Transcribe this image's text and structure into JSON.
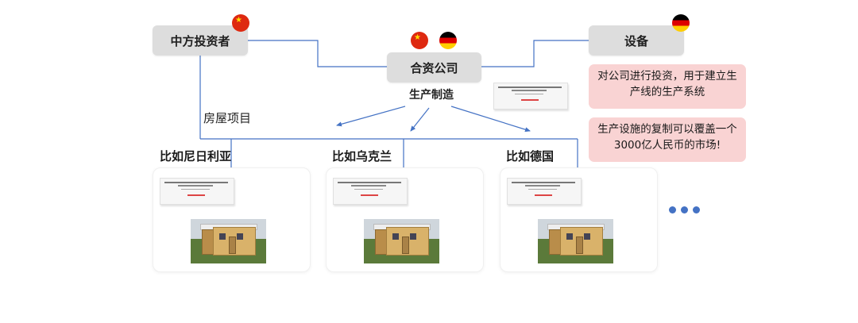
{
  "nodes": {
    "investor": "中方投资者",
    "joint_venture": "合资公司",
    "equipment": "设备"
  },
  "labels": {
    "manufacturing": "生产制造",
    "housing_project": "房屋项目"
  },
  "countries": [
    "比如尼日利亚",
    "比如乌克兰",
    "比如德国"
  ],
  "notes": {
    "investment": "对公司进行投资，用于建立生产线的生产系统",
    "replication": "生产设施的复制可以覆盖一个3000亿人民币的市场!"
  },
  "icons": {
    "china_flag": "china-flag-icon",
    "germany_flag": "germany-flag-icon",
    "more": "ellipsis-icon"
  },
  "colors": {
    "node_fill": "#dddddd",
    "note_fill": "#f9d3d3",
    "connector": "#4472c4",
    "china_red": "#de2910",
    "germany_gold": "#ffce00"
  }
}
